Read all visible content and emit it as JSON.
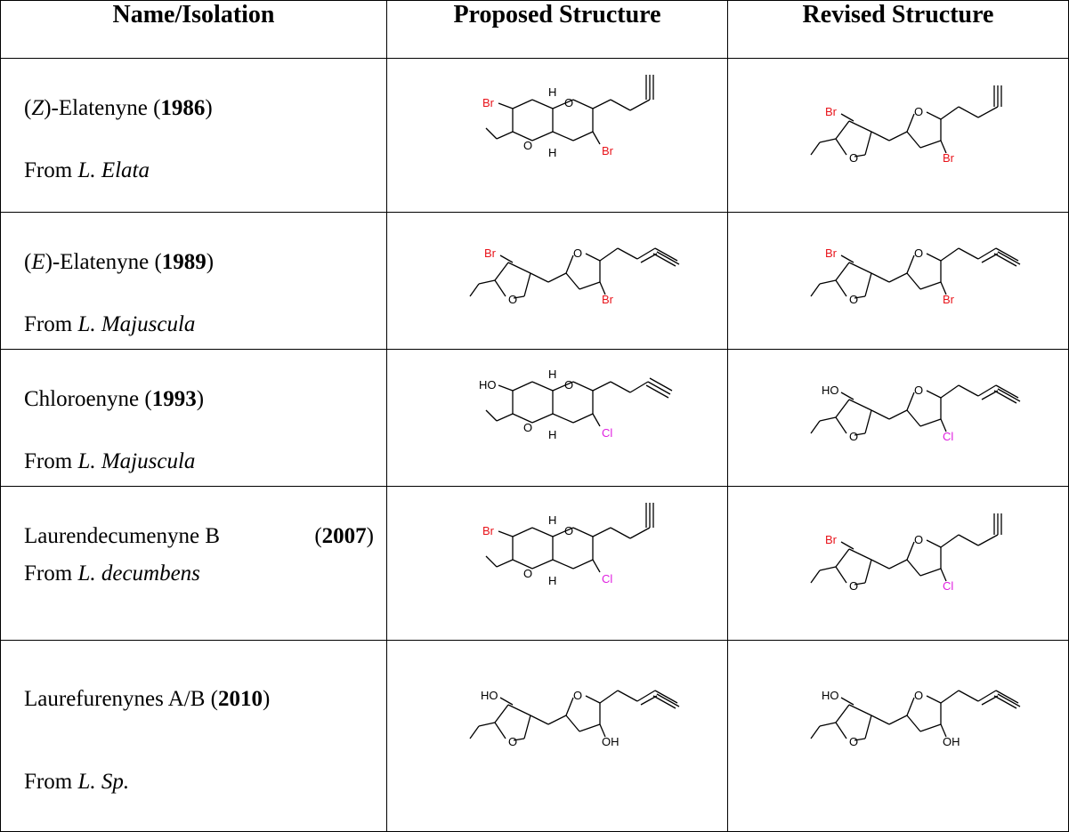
{
  "headers": {
    "name": "Name/Isolation",
    "proposed": "Proposed Structure",
    "revised": "Revised Structure"
  },
  "rows": [
    {
      "name_pre": "(",
      "name_ital": "Z",
      "name_post": ")-Elatenyne (",
      "year": "1986",
      "close": ")",
      "from": "From ",
      "source": "L. Elata"
    },
    {
      "name_pre": "(",
      "name_ital": "E",
      "name_post": ")-Elatenyne (",
      "year": "1989",
      "close": ")",
      "from": "From ",
      "source": "L. Majuscula"
    },
    {
      "name": "Chloroenyne (",
      "year": "1993",
      "close": ")",
      "from": "From ",
      "source": "L. Majuscula"
    },
    {
      "name": "Laurendecumenyne B",
      "year": "2007",
      "from": "From ",
      "source": "L. decumbens"
    },
    {
      "name": "Laurefurenynes A/B (",
      "year": "2010",
      "close": ")",
      "from": "From ",
      "source": "L. Sp."
    }
  ],
  "atoms": {
    "Br": "Br",
    "Cl": "Cl",
    "O": "O",
    "H": "H",
    "HO": "HO",
    "OH": "OH"
  },
  "colors": {
    "bromine": "#e8141b",
    "chlorine": "#e020e0",
    "bond": "#000000"
  }
}
